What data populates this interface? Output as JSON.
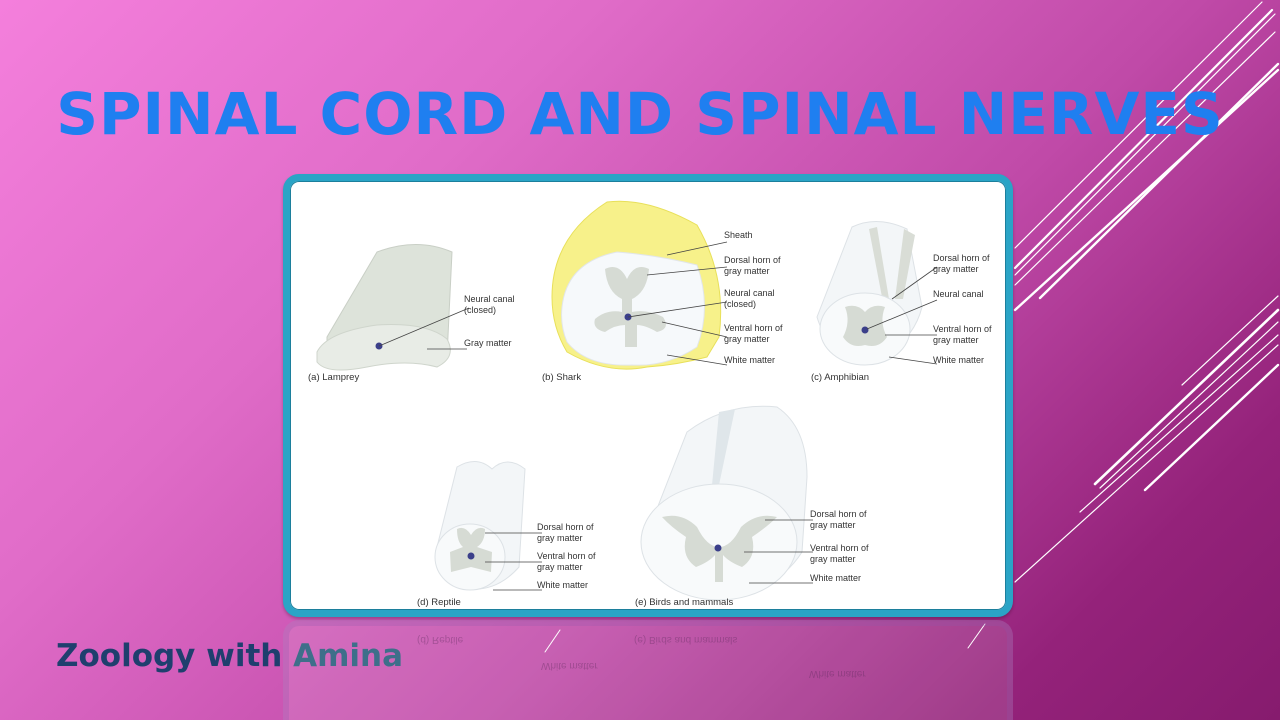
{
  "slide": {
    "title": "SPINAL CORD AND SPINAL NERVES",
    "colors": {
      "title": "#1f7ff0",
      "background_top_left": "#f47fdc",
      "background_bottom_right": "#861b6e",
      "frame_border": "#2aa4c6",
      "brand_dark": "#1f3f6e",
      "brand_light": "#3e6f8a"
    },
    "figure": {
      "panels": [
        {
          "caption": "(a) Lamprey",
          "labels": [
            "Neural canal\n(closed)",
            "Gray matter"
          ]
        },
        {
          "caption": "(b) Shark",
          "labels": [
            "Sheath",
            "Dorsal horn of\ngray matter",
            "Neural canal\n(closed)",
            "Ventral horn of\ngray matter",
            "White matter"
          ]
        },
        {
          "caption": "(c) Amphibian",
          "labels": [
            "Dorsal horn of\ngray matter",
            "Neural canal",
            "Ventral horn of\ngray matter",
            "White matter"
          ]
        },
        {
          "caption": "(d) Reptile",
          "labels": [
            "Dorsal horn of\ngray matter",
            "Ventral horn of\ngray matter",
            "White matter"
          ]
        },
        {
          "caption": "(e) Birds and mammals",
          "labels": [
            "Dorsal horn of\ngray matter",
            "Ventral horn of\ngray matter",
            "White matter"
          ]
        }
      ]
    },
    "brand": {
      "part1": "Zoology with",
      "part2": "Amina"
    }
  }
}
